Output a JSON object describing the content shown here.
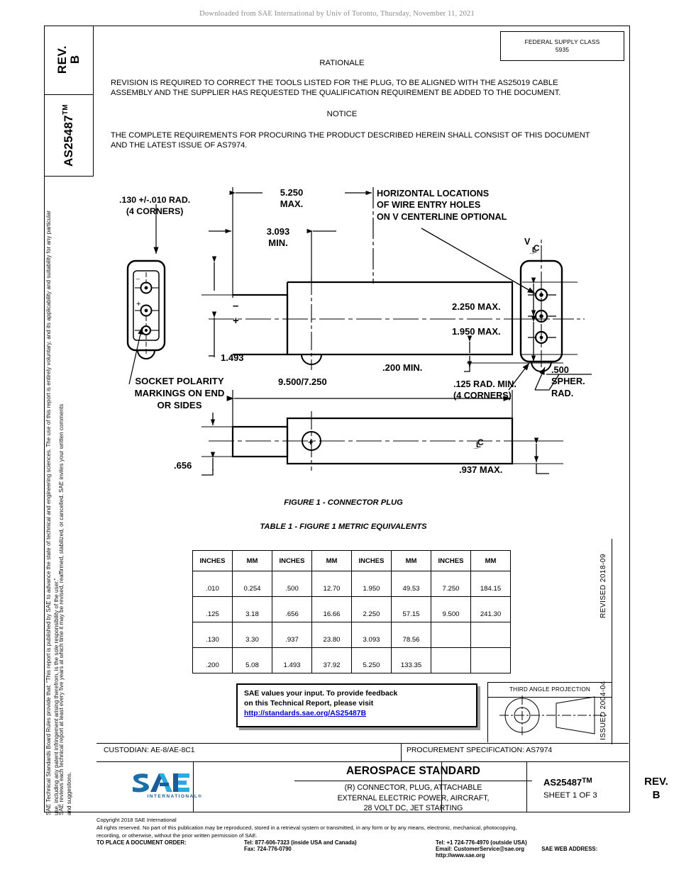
{
  "banner": "Downloaded from SAE International by Univ of Toronto, Thursday, November 11, 2021",
  "side": {
    "rev_label": "REV.\nB",
    "part_label": "AS25487",
    "part_tm": "TM",
    "boilerplate_1": "SAE Technical Standards Board Rules provide that: “This report is published by SAE to advance the state of technical and engineering sciences. The use of this report is entirely voluntary, and its applicability and suitability for any particular use, including any patent infringement arising therefrom, is the sole responsibility of the user.”",
    "boilerplate_2": "SAE reviews each technical report at least every five years at which time it may be revised, reaffirmed, stabilized, or cancelled. SAE invites your written comments and suggestions.",
    "issued": "ISSUED 2004-04",
    "revised": "REVISED 2018-09"
  },
  "fsc": {
    "line1": "FEDERAL SUPPLY CLASS",
    "line2": "5935"
  },
  "rationale": {
    "heading": "RATIONALE",
    "body": "REVISION IS REQUIRED TO CORRECT THE TOOLS LISTED FOR THE PLUG, TO BE ALIGNED WITH THE AS25019 CABLE ASSEMBLY AND THE SUPPLIER HAS REQUESTED THE QUALIFICATION REQUIREMENT BE ADDED TO THE DOCUMENT."
  },
  "notice": {
    "heading": "NOTICE",
    "body": "THE COMPLETE REQUIREMENTS FOR PROCURING THE PRODUCT DESCRIBED HEREIN SHALL CONSIST OF THIS DOCUMENT AND THE LATEST ISSUE OF AS7974."
  },
  "drawing": {
    "callouts": {
      "rad_130": ".130 +/-.010 RAD.",
      "rad_130_sub": "(4 CORNERS)",
      "dim_5250": "5.250",
      "dim_5250_sub": "MAX.",
      "dim_3093": "3.093",
      "dim_3093_sub": "MIN.",
      "horiz_note_1": "HORIZONTAL LOCATIONS",
      "horiz_note_2": "OF WIRE ENTRY HOLES",
      "horiz_note_3": "ON V CENTERLINE OPTIONAL",
      "v_cl": "V",
      "dim_2250": "2.250 MAX.",
      "dim_1950": "1.950 MAX.",
      "dim_1493": "1.493",
      "dim_200": ".200 MIN.",
      "socket_1": "SOCKET POLARITY",
      "socket_2": "MARKINGS ON END",
      "socket_3": "OR SIDES",
      "dim_9500": "9.500/7.250",
      "rad_125": ".125 RAD. MIN.",
      "rad_125_sub": "(4 CORNERS)",
      "spher_1": ".500",
      "spher_2": "SPHER.",
      "spher_3": "RAD.",
      "dim_656": ".656",
      "dim_937": ".937 MAX.",
      "polarity_minus": "–",
      "polarity_plus": "+"
    },
    "figure_caption": "FIGURE 1 - CONNECTOR PLUG",
    "table_caption": "TABLE 1 - FIGURE 1 METRIC EQUIVALENTS"
  },
  "metric_table": {
    "headers": [
      "INCHES",
      "MM",
      "INCHES",
      "MM",
      "INCHES",
      "MM",
      "INCHES",
      "MM"
    ],
    "rows": [
      [
        ".010",
        "0.254",
        ".500",
        "12.70",
        "1.950",
        "49.53",
        "7.250",
        "184.15"
      ],
      [
        ".125",
        "3.18",
        ".656",
        "16.66",
        "2.250",
        "57.15",
        "9.500",
        "241.30"
      ],
      [
        ".130",
        "3.30",
        ".937",
        "23.80",
        "3.093",
        "78.56",
        "",
        ""
      ],
      [
        ".200",
        "5.08",
        "1.493",
        "37.92",
        "5.250",
        "133.35",
        "",
        ""
      ]
    ]
  },
  "feedback": {
    "line1": "SAE values your input. To provide feedback",
    "line2": "on this Technical Report, please visit",
    "link": "http://standards.sae.org/AS25487B",
    "link_color": "#0000cc"
  },
  "third_angle": {
    "label": "THIRD ANGLE PROJECTION"
  },
  "custodian": "CUSTODIAN: AE-8/AE-8C1",
  "procurement": "PROCUREMENT SPECIFICATION: AS7974",
  "title_block": {
    "logo_text": "SAE",
    "logo_sub": "INTERNATIONAL®",
    "logo_color_light": "#29aae1",
    "logo_color_dark": "#1b5c96",
    "standard": "AEROSPACE STANDARD",
    "sub_1": "(R) CONNECTOR, PLUG, ATTACHABLE",
    "sub_2": "EXTERNAL ELECTRIC POWER, AIRCRAFT,",
    "sub_3": "28 VOLT DC, JET STARTING",
    "part_number": "AS25487",
    "part_tm": "TM",
    "sheet": "SHEET 1 OF 3",
    "rev_word": "REV.",
    "rev_value": "B"
  },
  "footer": {
    "copyright": "Copyright 2018 SAE International",
    "rights_1": "All rights reserved. No part of this publication may be reproduced, stored in a retrieval system or transmitted, in any form or by any means, electronic, mechanical, photocopying,",
    "rights_2": "recording, or otherwise, without the prior written permission of SAE.",
    "order_label": "TO PLACE A DOCUMENT ORDER:",
    "tel_inside": "Tel: 877-606-7323 (inside USA and Canada)",
    "fax": "Fax: 724-776-0790",
    "tel_outside": "Tel: +1 724-776-4970 (outside USA)",
    "email": "Email: CustomerService@sae.org",
    "web": "SAE WEB ADDRESS: http://www.sae.org"
  }
}
